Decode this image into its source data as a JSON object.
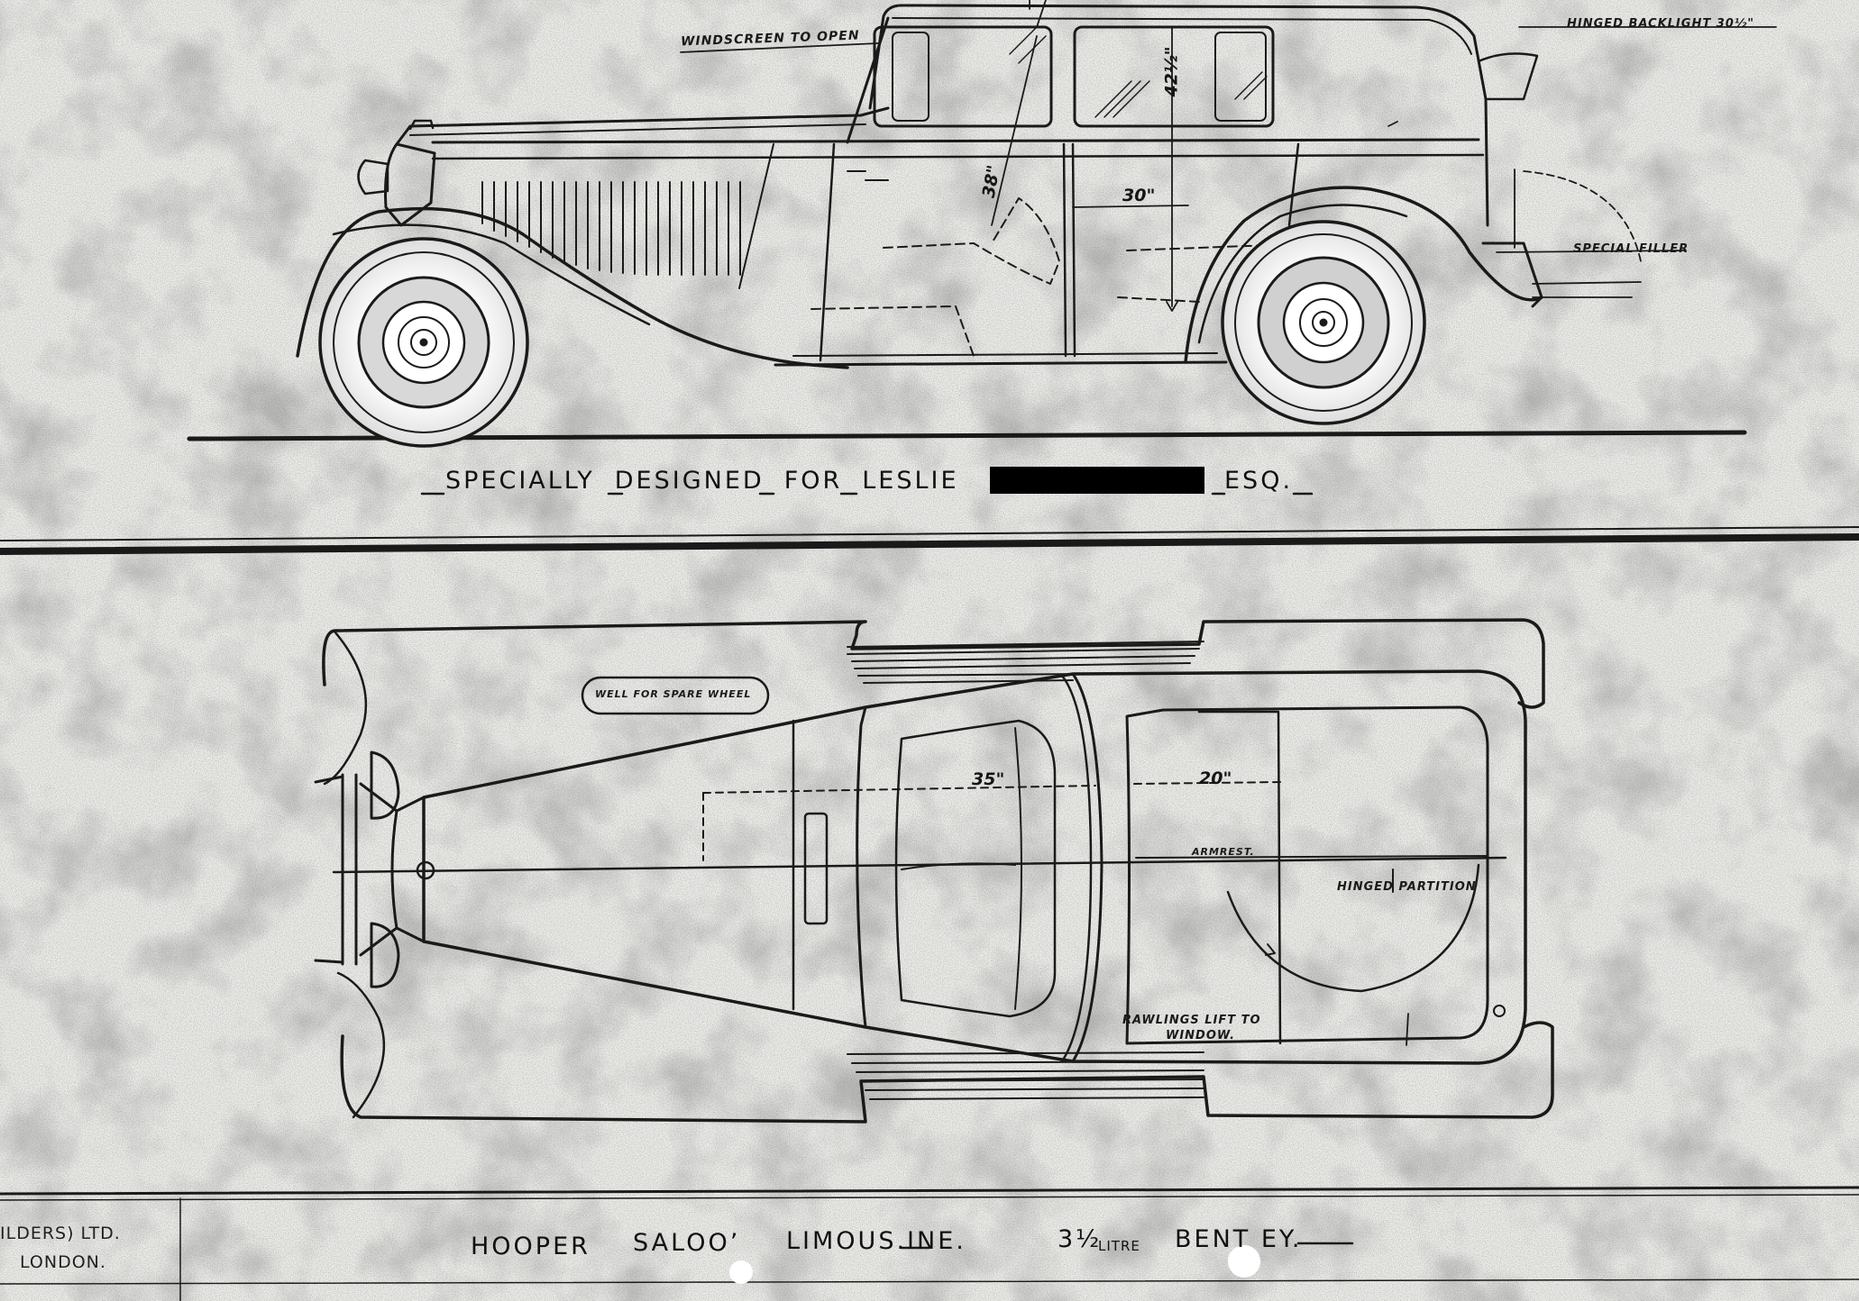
{
  "side_view": {
    "note_windscreen": "WINDSCREEN TO OPEN",
    "note_backlight": "HINGED BACKLIGHT 30½\"",
    "note_filler": "SPECIAL FILLER",
    "dim_height": "42½\"",
    "dim_seat": "38\"",
    "dim_rear": "30\"",
    "caption_specially": "SPECIALLY",
    "caption_designed": "DESIGNED",
    "caption_for": "FOR",
    "caption_name": "LESLIE",
    "caption_esq": "ESQ."
  },
  "plan_view": {
    "note_well": "WELL FOR SPARE WHEEL",
    "dim_front": "35\"",
    "dim_rear": "20\"",
    "note_armrest": "ARMREST.",
    "note_partition": "HINGED PARTITION",
    "note_rawlings_1": "RAWLINGS LIFT TO",
    "note_rawlings_2": "WINDOW."
  },
  "title_block": {
    "maker_line1": "ILDERS) LTD.",
    "maker_line2": "LONDON.",
    "coach_hooper": "HOOPER",
    "coach_saloon": "SALOO’",
    "coach_limousine": "LIMOUS.INE.",
    "engine_size": "3½",
    "engine_litre": "LITRE",
    "make": "BENT EY."
  },
  "colors": {
    "paper": "#efefec",
    "ink": "#1a1a1a"
  }
}
